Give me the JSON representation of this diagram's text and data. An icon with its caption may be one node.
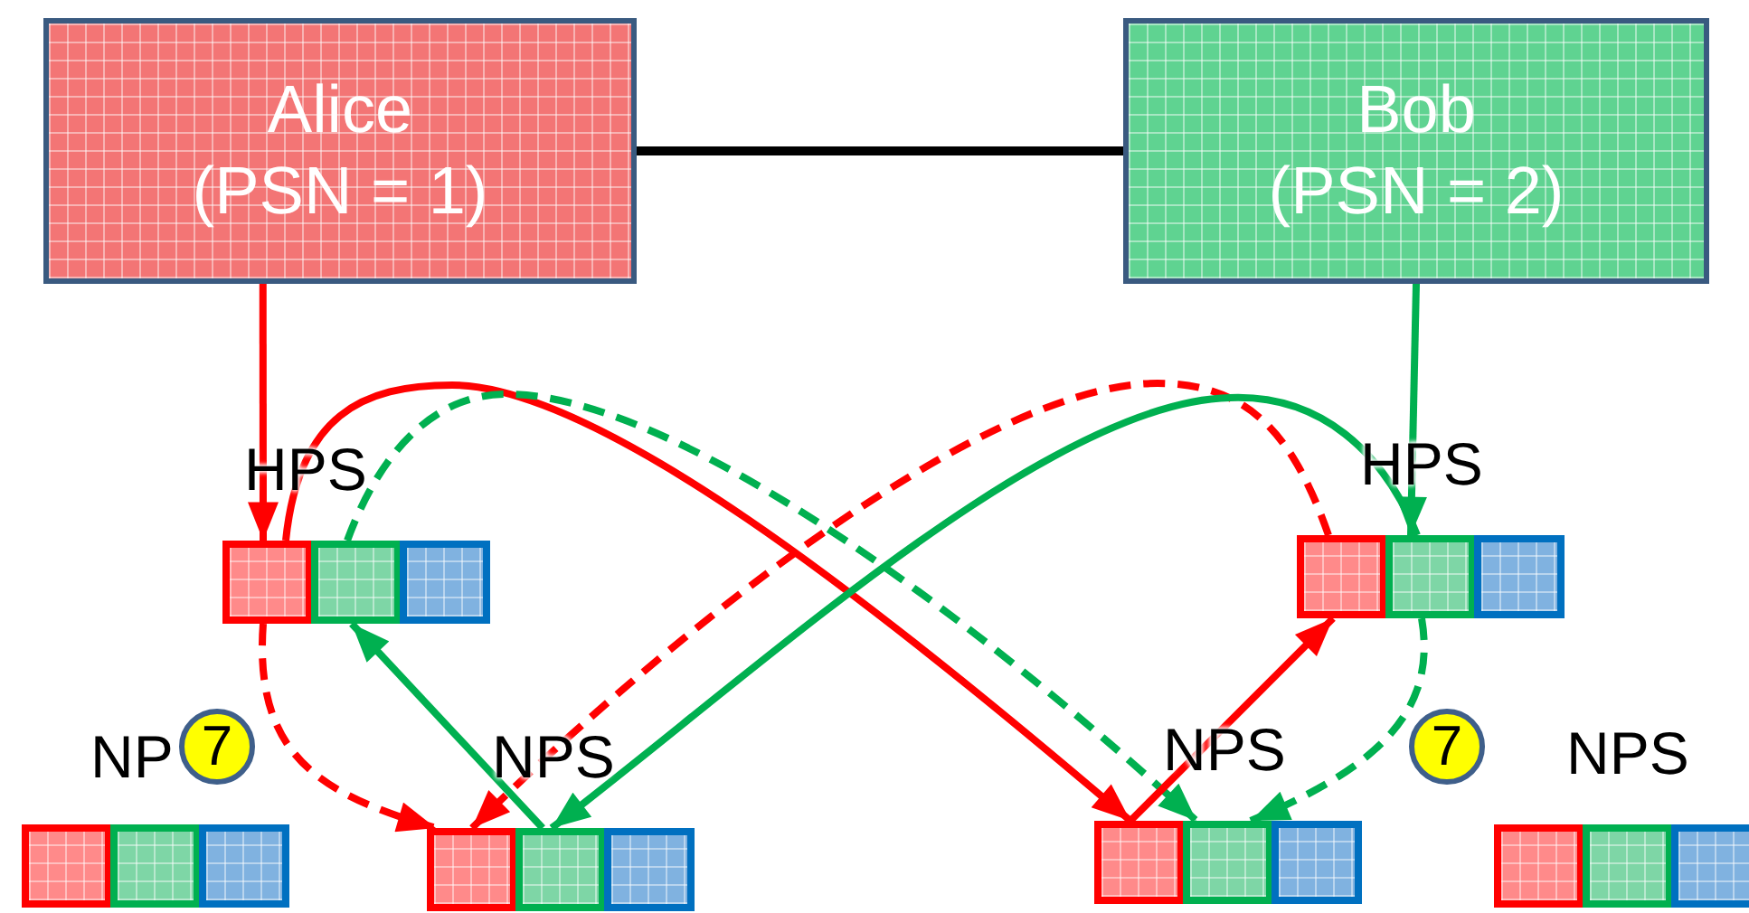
{
  "diagram": {
    "nodes": [
      {
        "text": [
          "Alice",
          "(PSN = 1)"
        ]
      },
      {
        "text": [
          "Bob",
          "(PSN = 2)"
        ]
      },
      {
        "text": [
          "HPS"
        ]
      },
      {
        "text": [],
        "shape": "box",
        "in": 2
      },
      {
        "text": [],
        "shape": "box",
        "in": 2
      },
      {
        "text": [],
        "shape": "box",
        "in": 2
      },
      {
        "text": [
          "HPS"
        ]
      },
      {
        "text": [],
        "shape": "box",
        "in": 6
      },
      {
        "text": [],
        "shape": "box",
        "in": 6
      },
      {
        "text": [],
        "shape": "box",
        "in": 6
      },
      {
        "text": [
          "NP"
        ]
      },
      {
        "text": [],
        "shape": "box",
        "in": 10
      },
      {
        "text": [],
        "shape": "box",
        "in": 10
      },
      {
        "text": [],
        "shape": "box",
        "in": 10
      },
      {
        "text": [
          "NPS"
        ]
      },
      {
        "text": [],
        "shape": "box",
        "in": 14
      },
      {
        "text": [],
        "shape": "box",
        "in": 14
      },
      {
        "text": [],
        "shape": "box",
        "in": 14
      },
      {
        "text": [
          "NPS"
        ]
      },
      {
        "text": [],
        "shape": "box",
        "in": 18
      },
      {
        "text": [],
        "shape": "box",
        "in": 18
      },
      {
        "text": [],
        "shape": "box",
        "in": 18
      },
      {
        "text": [
          "NPS"
        ]
      },
      {
        "text": [],
        "shape": "box",
        "in": 22
      },
      {
        "text": [],
        "shape": "box",
        "in": 22
      },
      {
        "text": [],
        "shape": "box",
        "in": 22
      },
      {
        "text": [
          "7"
        ]
      },
      {
        "text": [
          "7"
        ]
      }
    ],
    "edges": [
      {
        "from": 0,
        "to": 1,
        "arrow": "none",
        "color": "#000000"
      },
      {
        "from": 0,
        "to": 3,
        "arrow": "to",
        "color": "#ff0000"
      },
      {
        "from": 1,
        "to": 8,
        "arrow": "to",
        "color": "#00b050"
      },
      {
        "from": 3,
        "to": 19,
        "arrow": "to",
        "color": "#ff0000"
      },
      {
        "from": 4,
        "to": 20,
        "arrow": "to",
        "style": "dashed",
        "color": "#00b050"
      },
      {
        "from": 7,
        "to": 15,
        "arrow": "to",
        "style": "dashed",
        "color": "#ff0000"
      },
      {
        "from": 8,
        "to": 16,
        "arrow": "to",
        "color": "#00b050"
      },
      {
        "from": 3,
        "to": 15,
        "arrow": "to",
        "style": "dashed",
        "color": "#ff0000"
      },
      {
        "from": 16,
        "to": 4,
        "arrow": "to",
        "color": "#00b050"
      },
      {
        "from": 8,
        "to": 20,
        "arrow": "to",
        "style": "dashed",
        "color": "#00b050"
      },
      {
        "from": 19,
        "to": 7,
        "arrow": "to",
        "color": "#ff0000"
      }
    ]
  }
}
